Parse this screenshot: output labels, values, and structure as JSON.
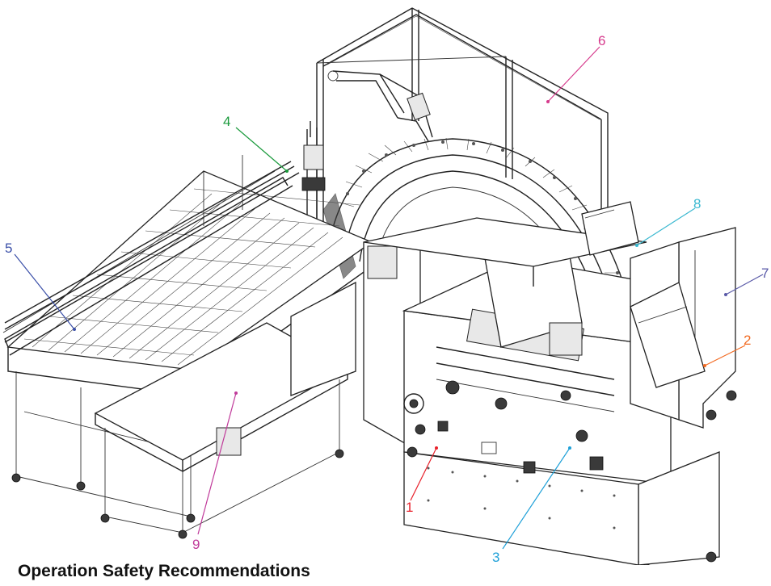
{
  "heading": "Operation Safety Recommendations",
  "callouts": [
    {
      "number": "1",
      "color": "#e8202a"
    },
    {
      "number": "2",
      "color": "#f26a21"
    },
    {
      "number": "3",
      "color": "#1ea0d8"
    },
    {
      "number": "4",
      "color": "#1a9a3c"
    },
    {
      "number": "5",
      "color": "#3a4fa8"
    },
    {
      "number": "6",
      "color": "#d63a8c"
    },
    {
      "number": "7",
      "color": "#5a5aa8"
    },
    {
      "number": "8",
      "color": "#3ab8d0"
    },
    {
      "number": "9",
      "color": "#c03a9a"
    }
  ]
}
